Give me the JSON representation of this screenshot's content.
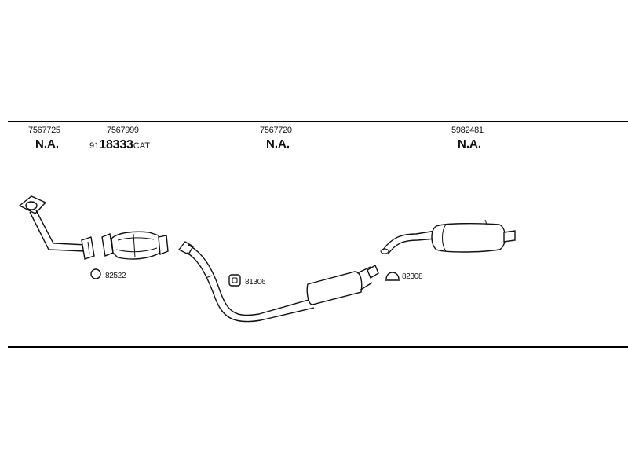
{
  "parts": [
    {
      "number": "7567725",
      "status": "N.A."
    },
    {
      "number": "7567999",
      "cat_prefix": "91",
      "cat_number": "18333",
      "cat_suffix": "CAT"
    },
    {
      "number": "7567720",
      "status": "N.A."
    },
    {
      "number": "5982481",
      "status": "N.A."
    }
  ],
  "refs": {
    "ring": "82522",
    "hanger": "81306",
    "clamp": "82308"
  },
  "icons": {
    "ring": "gasket-ring-icon",
    "hanger": "rubber-hanger-icon",
    "clamp": "u-clamp-icon"
  }
}
